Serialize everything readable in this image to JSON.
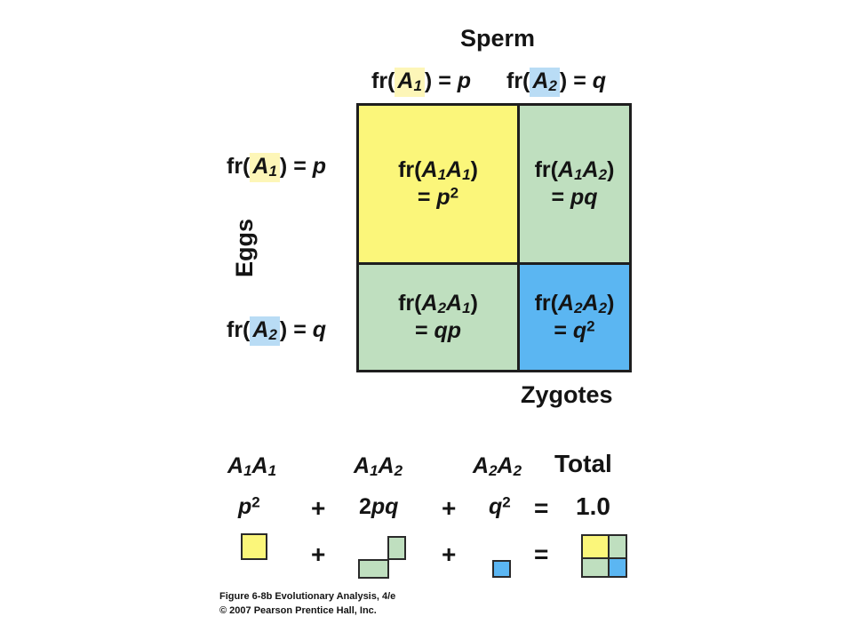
{
  "labels": {
    "sperm": "Sperm",
    "eggs": "Eggs",
    "zygotes": "Zygotes",
    "total": "Total"
  },
  "sperm_freqs": [
    {
      "allele": "A",
      "sub": "1",
      "value": "p",
      "highlight": "#fdf6b8"
    },
    {
      "allele": "A",
      "sub": "2",
      "value": "q",
      "highlight": "#b9dcf5"
    }
  ],
  "egg_freqs": [
    {
      "allele": "A",
      "sub": "1",
      "value": "p",
      "highlight": "#fdf6b8"
    },
    {
      "allele": "A",
      "sub": "2",
      "value": "q",
      "highlight": "#b9dcf5"
    }
  ],
  "cells": [
    {
      "genotype": "A1A1",
      "result": "p",
      "exp": "2",
      "color": "#fbf67a"
    },
    {
      "genotype": "A1A2",
      "result": "pq",
      "exp": "",
      "color": "#bfdfbf"
    },
    {
      "genotype": "A2A1",
      "result": "qp",
      "exp": "",
      "color": "#bfdfbf"
    },
    {
      "genotype": "A2A2",
      "result": "q",
      "exp": "2",
      "color": "#5bb6f2"
    }
  ],
  "summary": {
    "genotypes": [
      "A1A1",
      "A1A2",
      "A2A2"
    ],
    "terms": [
      {
        "coef": "",
        "base": "p",
        "exp": "2"
      },
      {
        "coef": "2",
        "base": "pq",
        "exp": ""
      },
      {
        "coef": "",
        "base": "q",
        "exp": "2"
      }
    ],
    "plus": "+",
    "equals": "=",
    "total_value": "1.0"
  },
  "colors": {
    "yellow": "#fbf67a",
    "green": "#bfdfbf",
    "blue": "#5bb6f2",
    "yellow_highlight": "#fdf6b8",
    "blue_highlight": "#b9dcf5"
  },
  "footer": {
    "line1": "Figure 6-8b  Evolutionary Analysis, 4/e",
    "line2": "© 2007 Pearson Prentice Hall, Inc."
  }
}
